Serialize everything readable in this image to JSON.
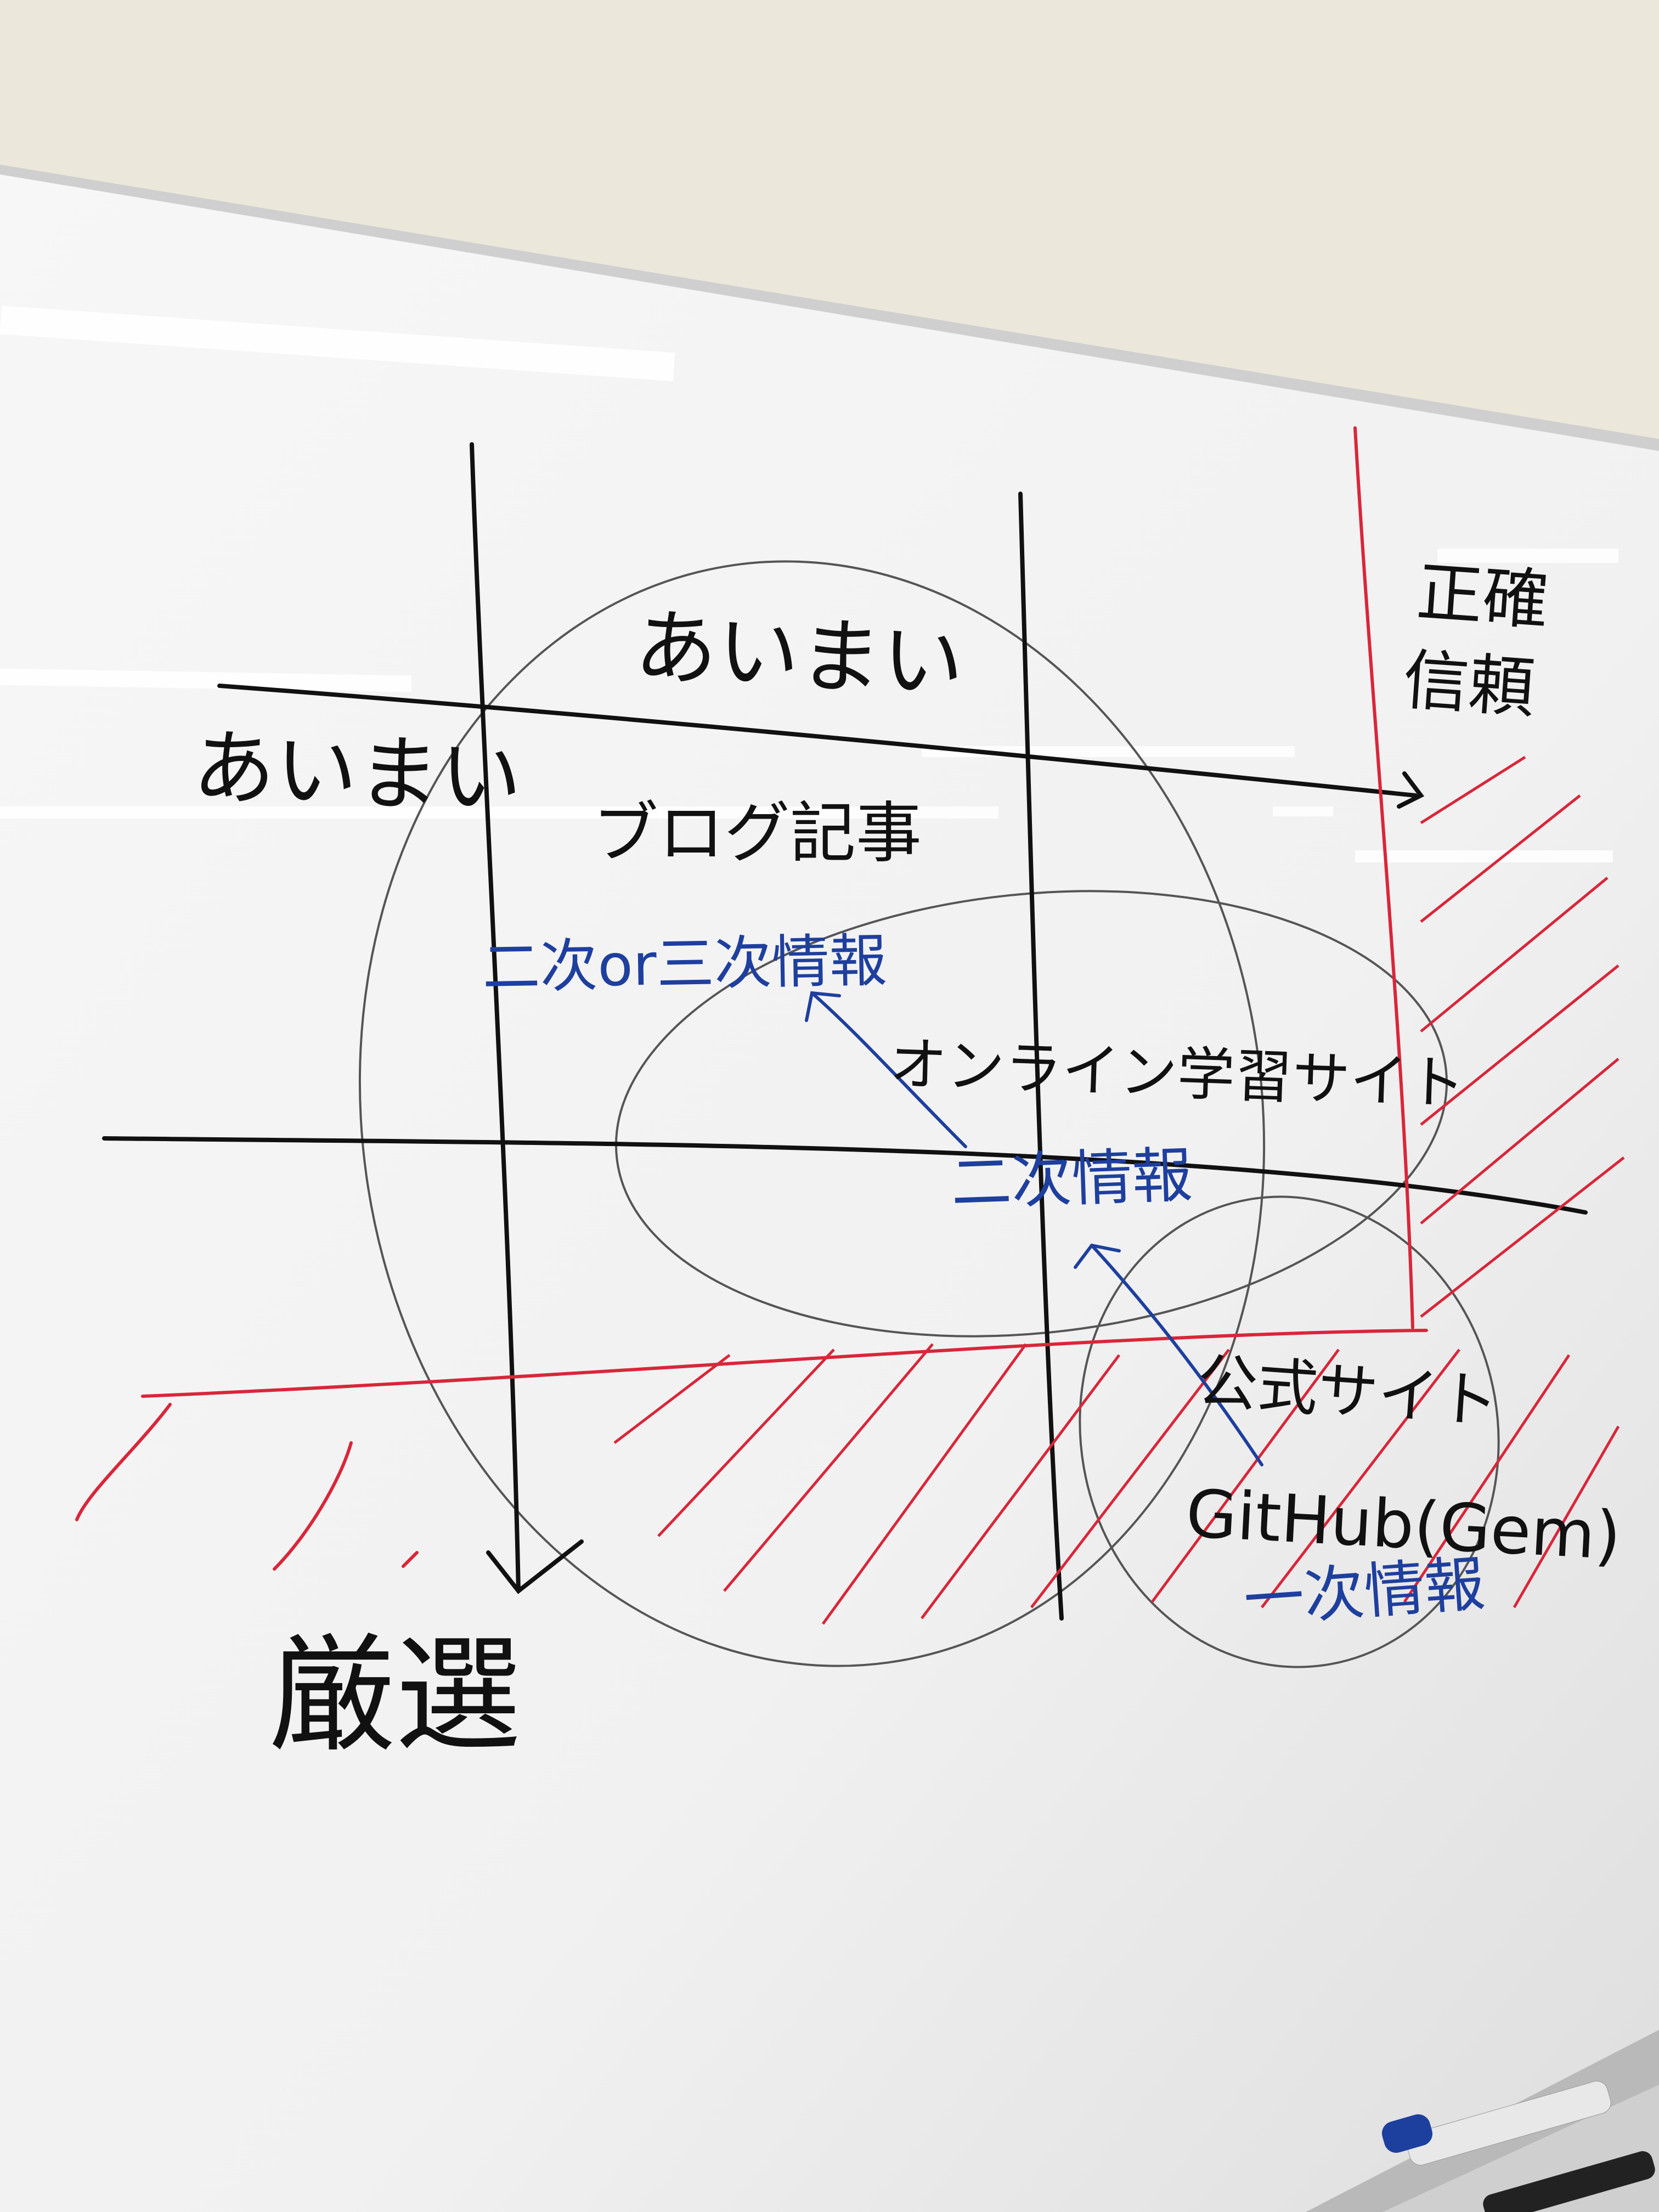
{
  "whiteboard": {
    "colors": {
      "wall": "#ebe7db",
      "board": "#f4f4f4",
      "frame": "#c9c9c9",
      "black_ink": "#111111",
      "blue_ink": "#1e3f9e",
      "red_ink": "#d9263a",
      "pencil": "#555555"
    },
    "axes": {
      "top_label": "あいまい",
      "left_label": "あいまい",
      "bottom_label": "厳選",
      "right_label_line1": "正確",
      "right_label_line2": "信頼"
    },
    "regions": {
      "blog": {
        "label": "ブログ記事",
        "info": "二次or三次情報"
      },
      "online_learning": {
        "label": "オンライン学習サイト",
        "info": "二次情報"
      },
      "official": {
        "label_line1": "公式サイト",
        "label_line2": "GitHub(Gem)",
        "info": "一次情報"
      }
    }
  }
}
